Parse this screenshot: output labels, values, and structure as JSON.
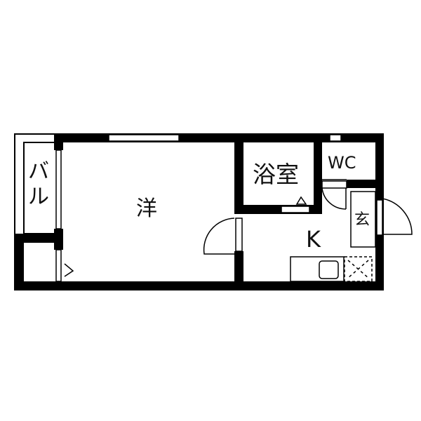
{
  "floorplan": {
    "rooms": {
      "western": {
        "label": "洋"
      },
      "balcony": {
        "label_line1": "バ",
        "label_line2": "ル"
      },
      "bathroom": {
        "label": "浴室"
      },
      "toilet": {
        "label": "WC"
      },
      "kitchen": {
        "label": "K"
      },
      "entrance": {
        "label": "玄"
      }
    },
    "colors": {
      "wall": "#000000",
      "background": "#ffffff"
    }
  }
}
